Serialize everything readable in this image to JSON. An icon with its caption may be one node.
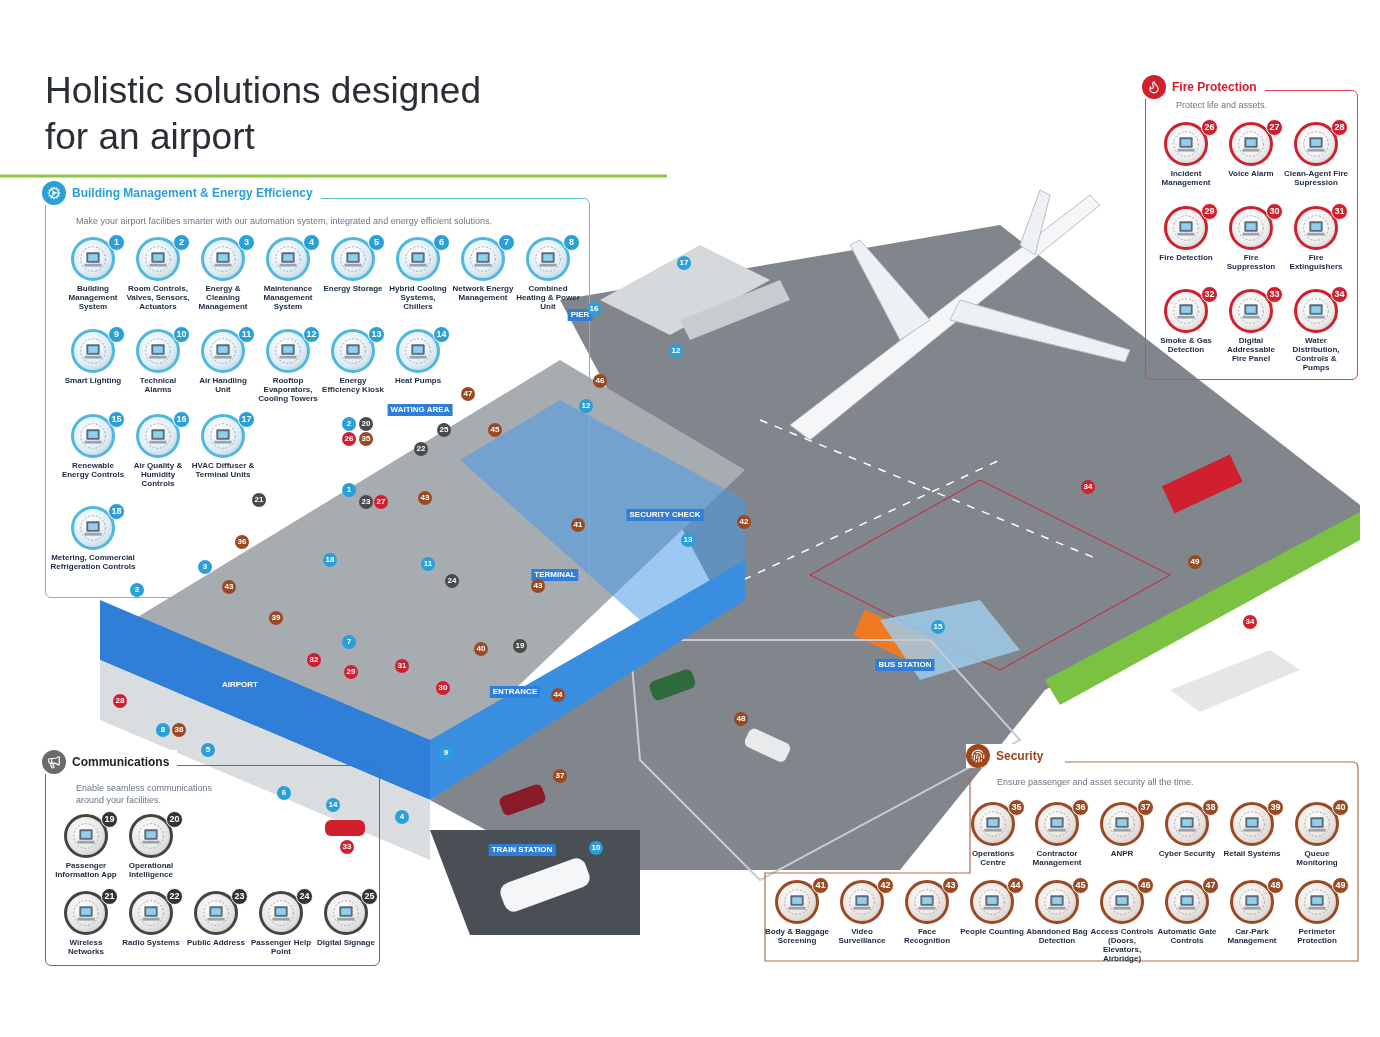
{
  "diagram": {
    "title": "Holistic solutions designed for an airport",
    "nodes": [
      {
        "text": [
          "Building Management & Energy Efficiency",
          "Make your airport facilities smarter with our automation system, integrated and energy efficient solutions."
        ]
      },
      {
        "text": [
          "1",
          "Building Management System"
        ],
        "in": 0
      },
      {
        "text": [
          "2",
          "Room Controls, Valves, Sensors, Actuators"
        ],
        "in": 0
      },
      {
        "text": [
          "3",
          "Energy & Cleaning Management"
        ],
        "in": 0
      },
      {
        "text": [
          "4",
          "Maintenance Management System"
        ],
        "in": 0
      },
      {
        "text": [
          "5",
          "Energy Storage"
        ],
        "in": 0
      },
      {
        "text": [
          "6",
          "Hybrid Cooling Systems, Chillers"
        ],
        "in": 0
      },
      {
        "text": [
          "7",
          "Network Energy Management"
        ],
        "in": 0
      },
      {
        "text": [
          "8",
          "Combined Heating & Power Unit"
        ],
        "in": 0
      },
      {
        "text": [
          "9",
          "Smart Lighting"
        ],
        "in": 0
      },
      {
        "text": [
          "10",
          "Technical Alarms"
        ],
        "in": 0
      },
      {
        "text": [
          "11",
          "Air Handling Unit"
        ],
        "in": 0
      },
      {
        "text": [
          "12",
          "Rooftop Evaporators, Cooling Towers"
        ],
        "in": 0
      },
      {
        "text": [
          "13",
          "Energy Efficiency Kiosk"
        ],
        "in": 0
      },
      {
        "text": [
          "14",
          "Heat Pumps"
        ],
        "in": 0
      },
      {
        "text": [
          "15",
          "Renewable Energy Controls"
        ],
        "in": 0
      },
      {
        "text": [
          "16",
          "Air Quality & Humidity Controls"
        ],
        "in": 0
      },
      {
        "text": [
          "17",
          "HVAC Diffuser & Terminal Units"
        ],
        "in": 0
      },
      {
        "text": [
          "18",
          "Metering, Commercial Refrigeration Controls"
        ],
        "in": 0
      },
      {
        "text": [
          "Fire Protection",
          "Protect life and assets."
        ]
      },
      {
        "text": [
          "26",
          "Incident Management"
        ],
        "in": 19
      },
      {
        "text": [
          "27",
          "Voice Alarm"
        ],
        "in": 19
      },
      {
        "text": [
          "28",
          "Clean-Agent Fire Supression"
        ],
        "in": 19
      },
      {
        "text": [
          "29",
          "Fire Detection"
        ],
        "in": 19
      },
      {
        "text": [
          "30",
          "Fire Suppression"
        ],
        "in": 19
      },
      {
        "text": [
          "31",
          "Fire Extinguishers"
        ],
        "in": 19
      },
      {
        "text": [
          "32",
          "Smoke & Gas Detection"
        ],
        "in": 19
      },
      {
        "text": [
          "33",
          "Digital Addressable Fire Panel"
        ],
        "in": 19
      },
      {
        "text": [
          "34",
          "Water Distribution, Controls & Pumps"
        ],
        "in": 19
      },
      {
        "text": [
          "Communications",
          "Enable seamless communications around your facilities."
        ]
      },
      {
        "text": [
          "19",
          "Passenger Information App"
        ],
        "in": 29
      },
      {
        "text": [
          "20",
          "Operational Intelligence"
        ],
        "in": 29
      },
      {
        "text": [
          "21",
          "Wireless Networks"
        ],
        "in": 29
      },
      {
        "text": [
          "22",
          "Radio Systems"
        ],
        "in": 29
      },
      {
        "text": [
          "23",
          "Public Address"
        ],
        "in": 29
      },
      {
        "text": [
          "24",
          "Passenger Help Point"
        ],
        "in": 29
      },
      {
        "text": [
          "25",
          "Digital Signage"
        ],
        "in": 29
      },
      {
        "text": [
          "Security",
          "Ensure passenger and asset security all the time."
        ]
      },
      {
        "text": [
          "35",
          "Operations Centre"
        ],
        "in": 37
      },
      {
        "text": [
          "36",
          "Contractor Management"
        ],
        "in": 37
      },
      {
        "text": [
          "37",
          "ANPR"
        ],
        "in": 37
      },
      {
        "text": [
          "38",
          "Cyber Security"
        ],
        "in": 37
      },
      {
        "text": [
          "39",
          "Retail Systems"
        ],
        "in": 37
      },
      {
        "text": [
          "40",
          "Queue Monitoring"
        ],
        "in": 37
      },
      {
        "text": [
          "41",
          "Body & Baggage Screening"
        ],
        "in": 37
      },
      {
        "text": [
          "42",
          "Video Surveillance"
        ],
        "in": 37
      },
      {
        "text": [
          "43",
          "Face Recognition"
        ],
        "in": 37
      },
      {
        "text": [
          "44",
          "People Counting"
        ],
        "in": 37
      },
      {
        "text": [
          "45",
          "Abandoned Bag Detection"
        ],
        "in": 37
      },
      {
        "text": [
          "46",
          "Access Controls (Doors, Elevators, Airbridge)"
        ],
        "in": 37
      },
      {
        "text": [
          "47",
          "Automatic Gate Controls"
        ],
        "in": 37
      },
      {
        "text": [
          "48",
          "Car-Park Management"
        ],
        "in": 37
      },
      {
        "text": [
          "49",
          "Perimeter Protection"
        ],
        "in": 37
      }
    ],
    "labels": [
      "PIER",
      "WAITING AREA",
      "SECURITY CHECK",
      "TERMINAL",
      "BUS STATION",
      "AIRPORT",
      "ENTRANCE",
      "TRAIN STATION",
      "17",
      "16",
      "12",
      "46",
      "47",
      "12",
      "2",
      "20",
      "25",
      "26",
      "35",
      "45",
      "22",
      "34",
      "1",
      "43",
      "21",
      "23",
      "27",
      "42",
      "41",
      "13",
      "36",
      "18",
      "49",
      "11",
      "3",
      "3",
      "43",
      "24",
      "43",
      "39",
      "34",
      "15",
      "7",
      "19",
      "40",
      "32",
      "31",
      "29",
      "30",
      "44",
      "28",
      "48",
      "8",
      "38",
      "5",
      "9",
      "37",
      "6",
      "14",
      "4",
      "33",
      "10"
    ]
  }
}
